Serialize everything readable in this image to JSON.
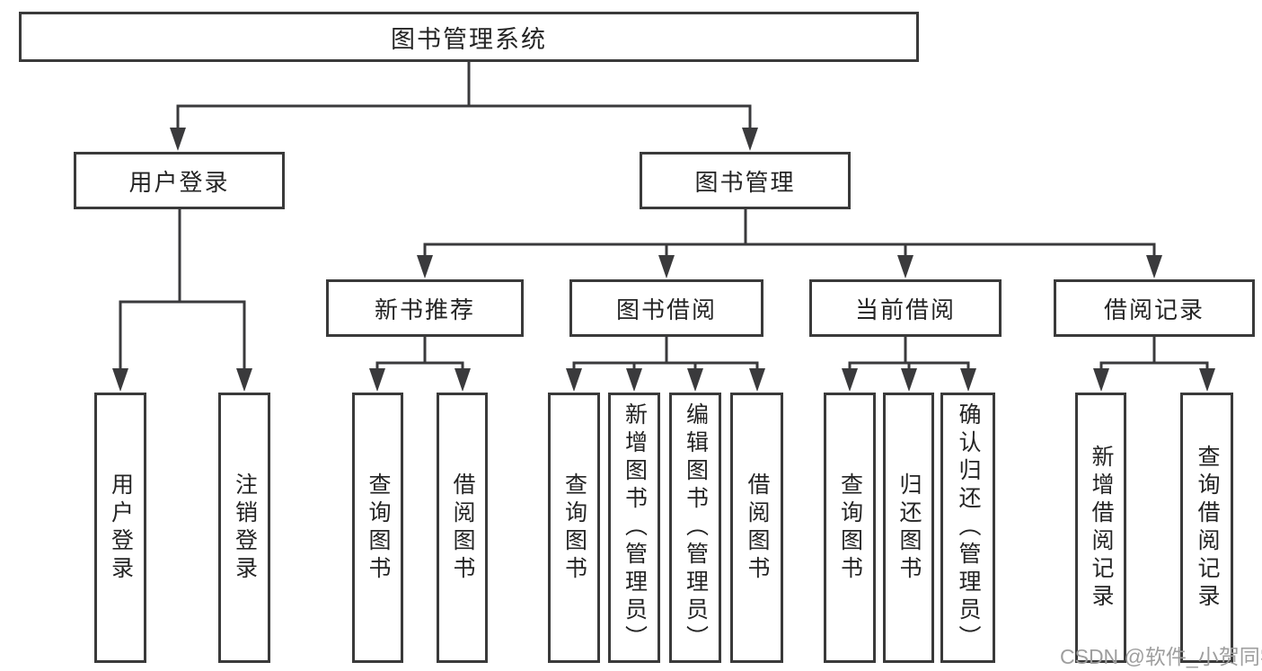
{
  "diagram": {
    "root": {
      "label": "图书管理系统"
    },
    "user_login": {
      "label": "用户登录",
      "children": [
        {
          "label": "用户登录"
        },
        {
          "label": "注销登录"
        }
      ]
    },
    "book_management": {
      "label": "图书管理",
      "sections": [
        {
          "label": "新书推荐",
          "children": [
            {
              "label": "查询图书"
            },
            {
              "label": "借阅图书"
            }
          ]
        },
        {
          "label": "图书借阅",
          "children": [
            {
              "label": "查询图书"
            },
            {
              "label": "新增图书（管理员）"
            },
            {
              "label": "编辑图书（管理员）"
            },
            {
              "label": "借阅图书"
            }
          ]
        },
        {
          "label": "当前借阅",
          "children": [
            {
              "label": "查询图书"
            },
            {
              "label": "归还图书"
            },
            {
              "label": "确认归还（管理员）"
            }
          ]
        },
        {
          "label": "借阅记录",
          "children": [
            {
              "label": "新增借阅记录"
            },
            {
              "label": "查询借阅记录"
            }
          ]
        }
      ]
    }
  },
  "watermark": "CSDN @软件_小贺同学",
  "colors": {
    "line": "#3a3a3c",
    "border": "#3a3a3a",
    "text": "#242424",
    "watermark": "#9e9e9e",
    "background": "#ffffff"
  }
}
